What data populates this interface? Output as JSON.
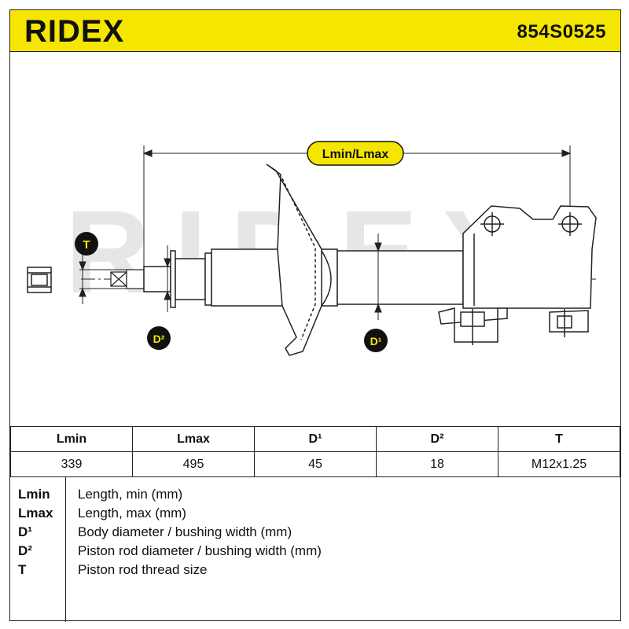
{
  "header": {
    "brand": "RIDEX",
    "part_number": "854S0525"
  },
  "drawing": {
    "watermark": "RIDEX",
    "dimension_label": "Lmin/Lmax",
    "callouts": {
      "t": "T",
      "d2": "D²",
      "d1": "D¹"
    },
    "callout_color": "#111111",
    "callout_text_color": "#f5e600"
  },
  "table": {
    "headers": [
      "Lmin",
      "Lmax",
      "D¹",
      "D²",
      "T"
    ],
    "values": [
      "339",
      "495",
      "45",
      "18",
      "M12x1.25"
    ]
  },
  "legend": [
    {
      "key": "Lmin",
      "value": "Length, min (mm)"
    },
    {
      "key": "Lmax",
      "value": "Length, max (mm)"
    },
    {
      "key": "D¹",
      "value": "Body diameter / bushing width (mm)"
    },
    {
      "key": "D²",
      "value": "Piston rod diameter / bushing width (mm)"
    },
    {
      "key": "T",
      "value": "Piston rod thread size"
    }
  ],
  "colors": {
    "brand_yellow": "#f5e600",
    "ink": "#111111"
  }
}
